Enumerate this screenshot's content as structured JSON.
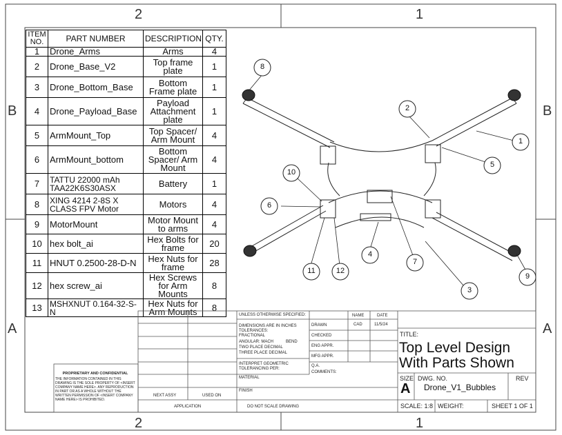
{
  "zones": {
    "top": [
      "2",
      "1"
    ],
    "bottom": [
      "2",
      "1"
    ],
    "left": [
      "B",
      "A"
    ],
    "right": [
      "B",
      "A"
    ]
  },
  "bom": {
    "headers": {
      "item": "ITEM NO.",
      "part": "PART NUMBER",
      "desc": "DESCRIPTION",
      "qty": "QTY."
    },
    "rows": [
      {
        "item": "1",
        "part": "Drone_Arms",
        "desc": "Arms",
        "qty": "4"
      },
      {
        "item": "2",
        "part": "Drone_Base_V2",
        "desc": "Top frame plate",
        "qty": "1"
      },
      {
        "item": "3",
        "part": "Drone_Bottom_Base",
        "desc": "Bottom Frame plate",
        "qty": "1"
      },
      {
        "item": "4",
        "part": "Drone_Payload_Base",
        "desc": "Payload Attachment plate",
        "qty": "1"
      },
      {
        "item": "5",
        "part": "ArmMount_Top",
        "desc": "Top Spacer/ Arm Mount",
        "qty": "4"
      },
      {
        "item": "6",
        "part": "ArmMount_bottom",
        "desc": "Bottom Spacer/ Arm Mount",
        "qty": "4"
      },
      {
        "item": "7",
        "part": "TATTU 22000 mAh TAA22K6S30ASX",
        "desc": "Battery",
        "qty": "1"
      },
      {
        "item": "8",
        "part": "XING 4214 2-8S X CLASS FPV Motor",
        "desc": "Motors",
        "qty": "4"
      },
      {
        "item": "9",
        "part": "MotorMount",
        "desc": "Motor Mount to arms",
        "qty": "4"
      },
      {
        "item": "10",
        "part": "hex bolt_ai",
        "desc": "Hex Bolts for frame",
        "qty": "20"
      },
      {
        "item": "11",
        "part": "HNUT 0.2500-28-D-N",
        "desc": "Hex Nuts for frame",
        "qty": "28"
      },
      {
        "item": "12",
        "part": "hex screw_ai",
        "desc": "Hex Screws for Arm Mounts",
        "qty": "8"
      },
      {
        "item": "13",
        "part": "MSHXNUT 0.164-32-S-N",
        "desc": "Hex Nuts for Arm Mounts",
        "qty": "8"
      }
    ]
  },
  "balloons": [
    "1",
    "2",
    "3",
    "4",
    "5",
    "6",
    "7",
    "8",
    "9",
    "10",
    "11",
    "12"
  ],
  "titleblock": {
    "unless": "UNLESS OTHERWISE SPECIFIED:",
    "name_h": "NAME",
    "date_h": "DATE",
    "dims1": "DIMENSIONS ARE IN INCHES",
    "dims2": "TOLERANCES:",
    "dims3": "FRACTIONAL",
    "dims4": "ANGULAR: MACH",
    "dims4b": "BEND",
    "dims5": "TWO PLACE DECIMAL",
    "dims6": "THREE PLACE DECIMAL",
    "drawn": "DRAWN",
    "drawn_name": "CAD",
    "drawn_date": "11/5/24",
    "checked": "CHECKED",
    "eng": "ENG APPR.",
    "mfg": "MFG APPR.",
    "qa": "Q.A.",
    "comments": "COMMENTS:",
    "interp1": "INTERPRET GEOMETRIC",
    "interp2": "TOLERANCING PER:",
    "material": "MATERIAL",
    "finish": "FINISH",
    "next_assy": "NEXT ASSY",
    "used_on": "USED ON",
    "application": "APPLICATION",
    "no_scale": "DO NOT SCALE DRAWING",
    "title_label": "TITLE:",
    "title1": "Top Level Design",
    "title2": "With Parts Shown",
    "size_label": "SIZE",
    "size": "A",
    "dwg_label": "DWG.  NO.",
    "dwg_no": "Drone_V1_Bubbles",
    "rev_label": "REV",
    "scale": "SCALE: 1:8",
    "weight": "WEIGHT:",
    "sheet": "SHEET 1 OF 1"
  },
  "proprietary": {
    "heading": "PROPRIETARY AND CONFIDENTIAL",
    "body": "THE INFORMATION CONTAINED IN THIS DRAWING IS THE SOLE PROPERTY OF <INSERT COMPANY NAME HERE>. ANY REPRODUCTION IN PART OR AS A WHOLE WITHOUT THE WRITTEN PERMISSION OF <INSERT COMPANY NAME HERE> IS PROHIBITED."
  }
}
